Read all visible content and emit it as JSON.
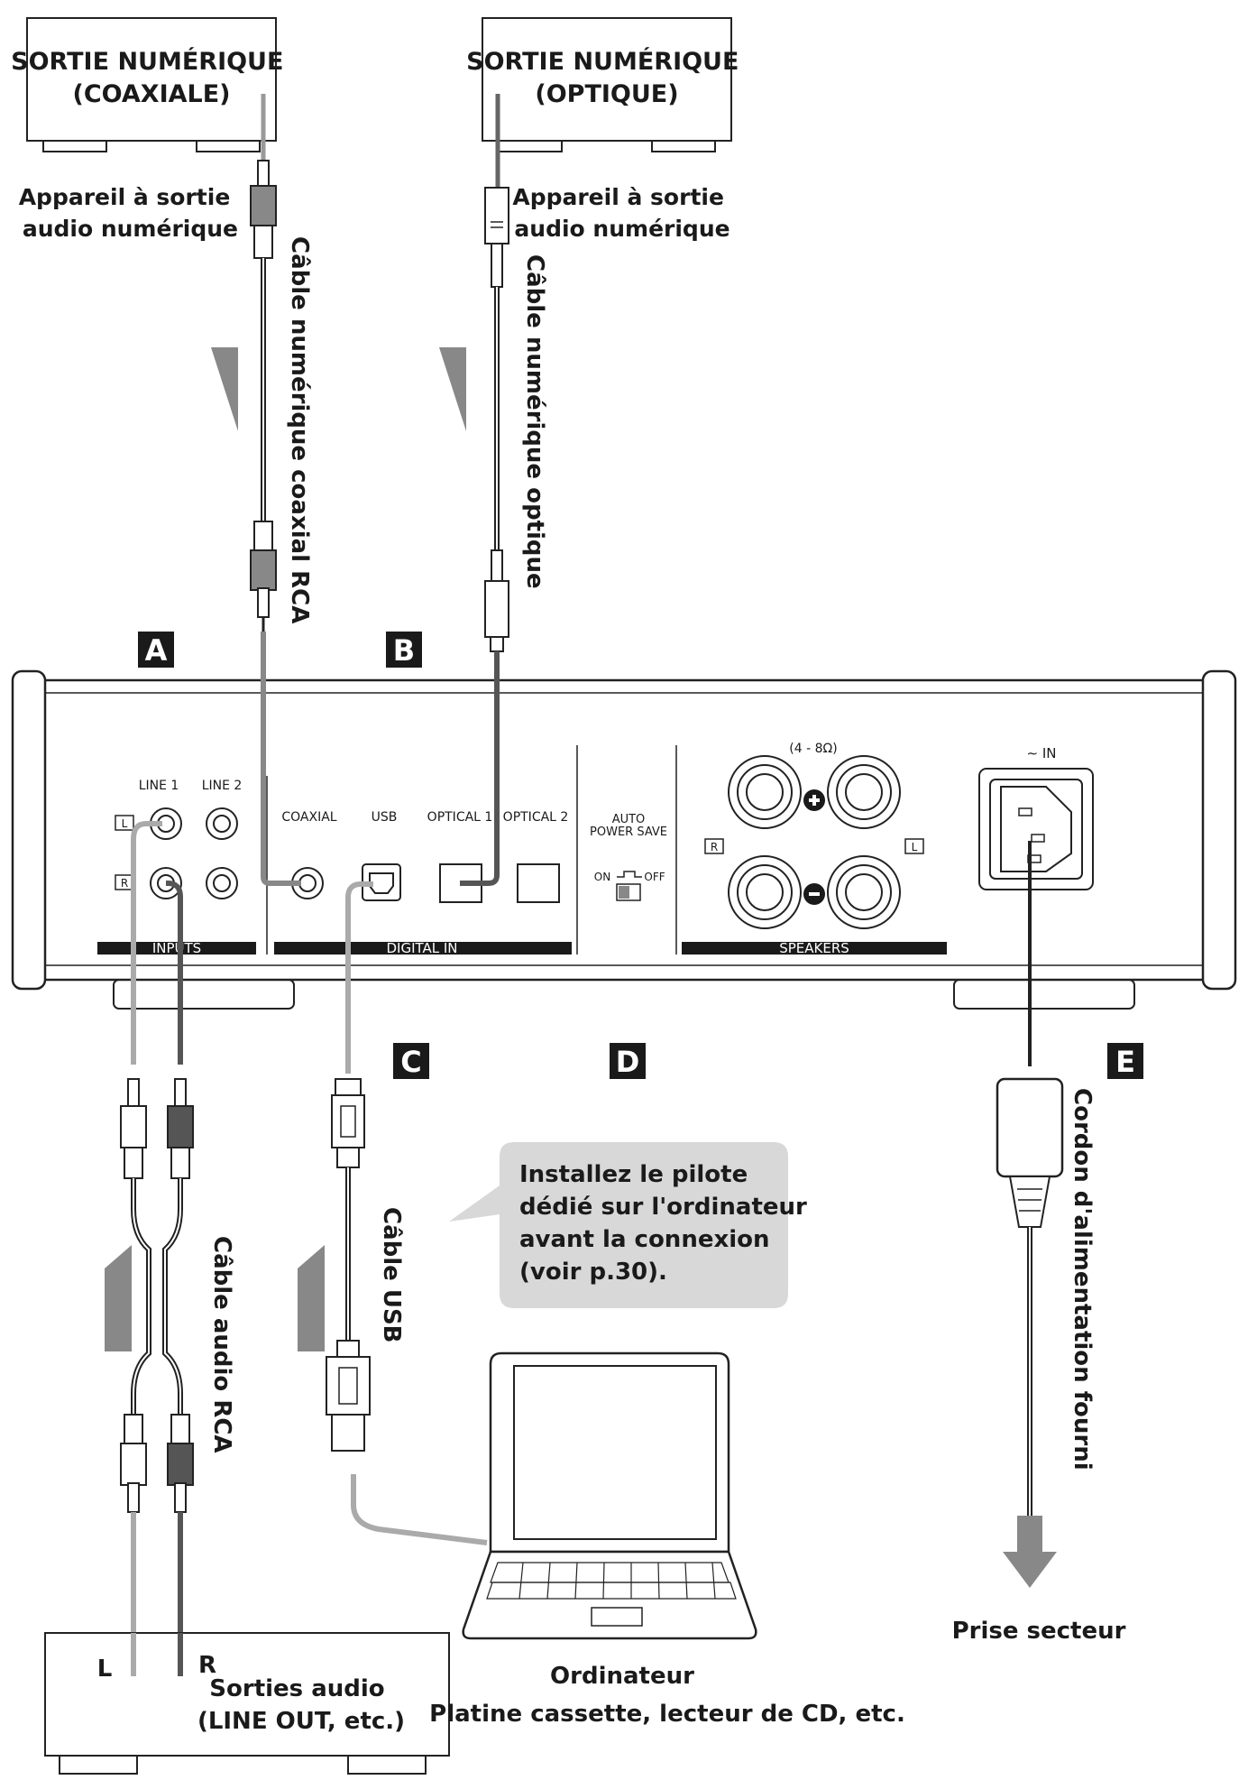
{
  "devices": {
    "coax_box": "SORTIE NUMÉRIQUE\n(COAXIALE)",
    "optical_box": "SORTIE NUMÉRIQUE\n(OPTIQUE)",
    "coax_device": "Appareil à sortie\naudio numérique",
    "optical_device": "Appareil à sortie\naudio numérique",
    "computer": "Ordinateur",
    "source_device": "Platine cassette, lecteur de CD, etc.",
    "outlet": "Prise secteur"
  },
  "cables": {
    "coax": "Câble numérique coaxial RCA",
    "optical": "Câble numérique optique",
    "rca": "Câble audio RCA",
    "usb": "Câble USB",
    "power": "Cordon d'alimentation fourni"
  },
  "markers": {
    "a": "A",
    "b": "B",
    "c": "C",
    "d": "D",
    "e": "E"
  },
  "panel": {
    "line1": "LINE 1",
    "line2": "LINE 2",
    "coaxial": "COAXIAL",
    "usb": "USB",
    "optical1": "OPTICAL 1",
    "optical2": "OPTICAL 2",
    "auto": "AUTO",
    "power_save": "POWER SAVE",
    "on": "ON",
    "off": "OFF",
    "impedance": "(4 - 8Ω)",
    "ac_in": "∼ IN",
    "inputs": "INPUTS",
    "digital_in": "DIGITAL IN",
    "speakers": "SPEAKERS",
    "l": "L",
    "r": "R"
  },
  "callout": "Installez le pilote\ndédié sur l'ordinateur\navant la connexion\n(voir p.30).",
  "outputs": {
    "l": "L",
    "r": "R",
    "label": "Sorties audio\n(LINE OUT, etc.)"
  }
}
